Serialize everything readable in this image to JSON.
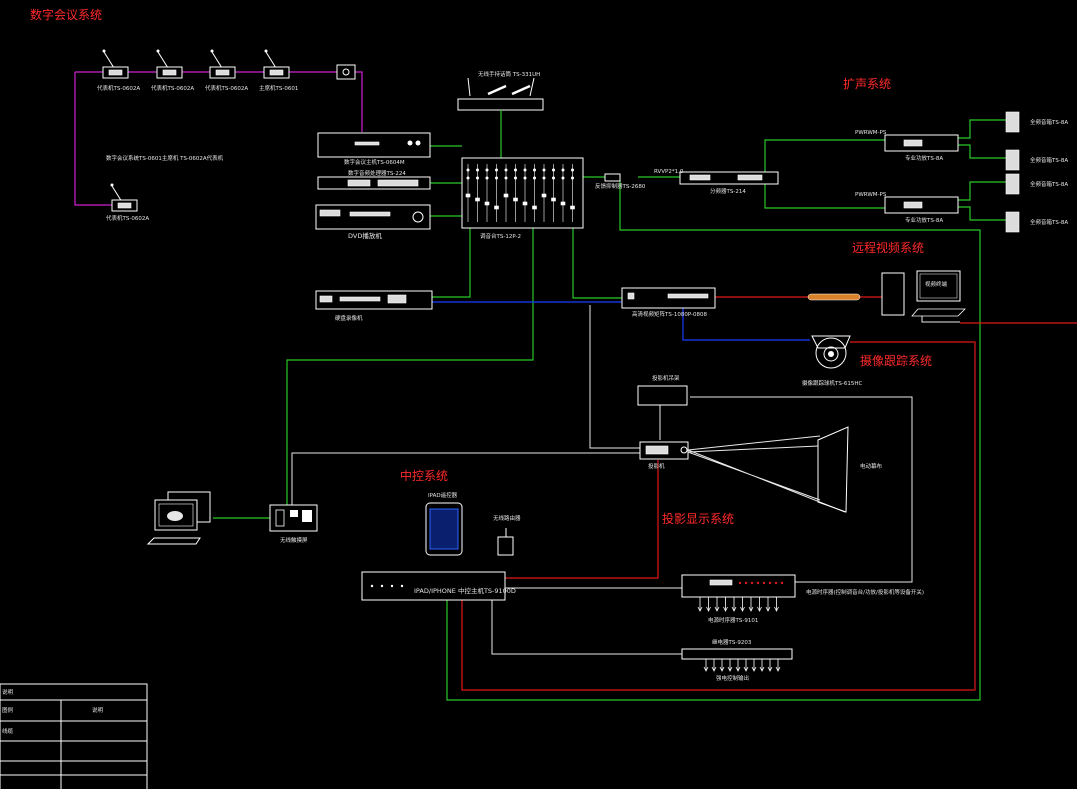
{
  "systems": {
    "digital_conference": "数字会议系统",
    "sound_reinforcement": "扩声系统",
    "remote_video": "远程视频系统",
    "camera_tracking": "摄像跟踪系统",
    "central_control": "中控系统",
    "projection_display": "投影显示系统"
  },
  "devices": {
    "mixer": "调音台TS-12P-2",
    "dvd": "DVD播放机",
    "dvd_recorder": "硬盘录像机",
    "ipad": "IPAD遥控器",
    "control_host": "IPAD/IPHONE 中控主机TS-9100D",
    "screen": "电动幕布",
    "projector": "投影机",
    "projector_lift": "投影机吊架",
    "camera": "摄像跟踪球机TS-615HC",
    "pc_terminal": "视频终端",
    "wireless_mic": "无线手持话筒 TS-331UH",
    "power_timer": "电源时序器TS-9101",
    "power_sequencer_note": "电源时序器(控制调音台/功放/投影机等设备开关)",
    "relay": "继电器TS-9203",
    "relay_out": "强电控制输出",
    "touch_panel": "无线触摸屏",
    "wifi": "无线路由器",
    "host_unit": "数字会议主机TS-0604M",
    "eq": "数字音频处理器TS-224",
    "feedback": "反馈抑制器TS-2680",
    "video_matrix": "高清视频矩阵TS-1080P-0808",
    "power_amp": "专业功放TS-8A",
    "crossover": "分频器TS-214"
  },
  "mics": [
    "代表机TS-0602A",
    "代表机TS-0602A",
    "代表机TS-0602A",
    "主席机TS-0601"
  ],
  "mic_extra": "代表机TS-0602A",
  "mic_chain_note": "数字会议系统TS-0601主席机 TS-0602A代表机",
  "speakers": [
    "全频音箱TS-8A",
    "全频音箱TS-8A",
    "全频音箱TS-8A",
    "全频音箱TS-8A"
  ],
  "amp_labels": [
    "PWRWM-PS",
    "PWRWM-PS"
  ],
  "cable_label": "RVVP2*1.0",
  "table": {
    "title": "说明",
    "rows": [
      [
        "图例",
        "说明"
      ],
      [
        "线缆",
        ""
      ],
      [
        "",
        ""
      ],
      [
        "",
        ""
      ]
    ]
  },
  "colors": {
    "background": "#000000",
    "title_red": "#ff2a2a",
    "conference_wire": "#d020d0",
    "audio_wire": "#28c828",
    "control_wire": "#e01818",
    "video_wire": "#1a3cff"
  }
}
